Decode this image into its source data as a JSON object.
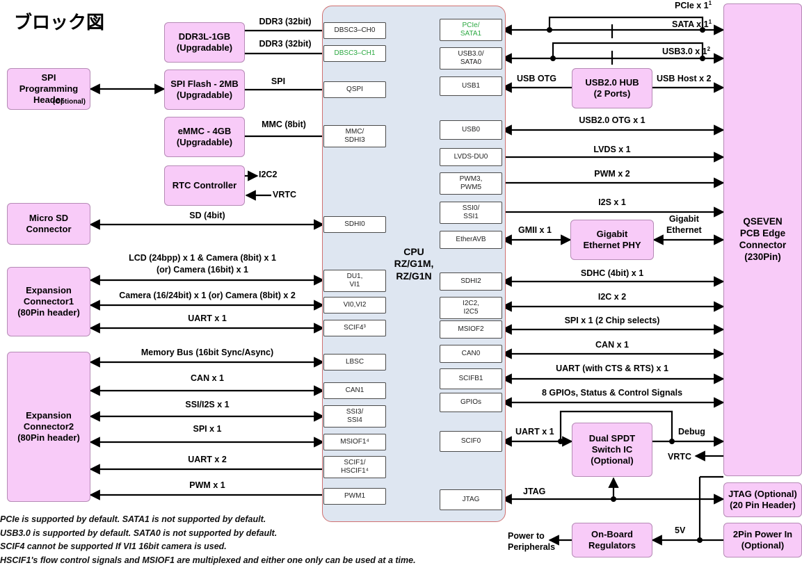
{
  "title": "ブロック図",
  "cpu": {
    "label": "CPU\nRZ/G1M,\nRZ/G1N"
  },
  "blocks": {
    "ddr3l": "DDR3L-1GB\n(Upgradable)",
    "spi_flash": "SPI Flash - 2MB\n(Upgradable)",
    "emmc": "eMMC - 4GB\n(Upgradable)",
    "rtc": "RTC Controller",
    "spi_prog": "SPI\nProgramming\nHeader",
    "spi_prog_opt": "(Optional)",
    "micro_sd": "Micro SD\nConnector",
    "exp1": "Expansion\nConnector1\n(80Pin header)",
    "exp2": "Expansion\nConnector2\n(80Pin header)",
    "usb_hub": "USB2.0 HUB\n(2 Ports)",
    "gig_phy": "Gigabit\nEthernet PHY",
    "spdt": "Dual SPDT\nSwitch IC\n(Optional)",
    "regulators": "On-Board\nRegulators",
    "qseven": "QSEVEN\nPCB Edge\nConnector\n(230Pin)",
    "jtag_hdr": "JTAG (Optional)\n(20 Pin Header)",
    "power_in": "2Pin Power In\n(Optional)"
  },
  "left_ports": {
    "dbsc_ch0": "DBSC3–CH0",
    "dbsc_ch1": "DBSC3–CH1",
    "qspi": "QSPI",
    "mmc": "MMC/\nSDHI3",
    "sdhi0": "SDHI0",
    "du1": "DU1,\nVI1",
    "vi0": "VI0,VI2",
    "scif4": "SCIF4³",
    "lbsc": "LBSC",
    "can1": "CAN1",
    "ssi3": "SSI3/\nSSI4",
    "msiof1": "MSIOF1⁴",
    "scif1": "SCIF1/\nHSCIF1⁴",
    "pwm1": "PWM1"
  },
  "right_ports": {
    "pcie": "PCIe/\nSATA1",
    "usb30": "USB3.0/\nSATA0",
    "usb1": "USB1",
    "usb0": "USB0",
    "lvds": "LVDS-DU0",
    "pwm3": "PWM3,\nPWM5",
    "ssi0": "SSI0/\nSSI1",
    "etheravb": "EtherAVB",
    "sdhi2": "SDHI2",
    "i2c2": "I2C2,\nI2C5",
    "msiof2": "MSIOF2",
    "can0": "CAN0",
    "scifb1": "SCIFB1",
    "gpios": "GPIOs",
    "scif0": "SCIF0",
    "jtag": "JTAG"
  },
  "signals": {
    "ddr3_ch0": "DDR3 (32bit)",
    "ddr3_ch1": "DDR3 (32bit)",
    "spi": "SPI",
    "mmc8": "MMC (8bit)",
    "i2c2": "I2C2",
    "vrtc_rtc": "VRTC",
    "sd4": "SD (4bit)",
    "lcd1": "LCD (24bpp) x 1 & Camera (8bit) x 1",
    "lcd2": "(or) Camera (16bit) x 1",
    "camera": "Camera (16/24bit) x 1 (or) Camera (8bit) x 2",
    "uart1": "UART x 1",
    "membus": "Memory Bus (16bit Sync/Async)",
    "can1": "CAN x 1",
    "ssi_i2s": "SSI/I2S x 1",
    "spi1": "SPI x 1",
    "uart2": "UART x 2",
    "pwm1": "PWM x 1",
    "pcie_x1": "PCIe x 1",
    "pcie_sup": "1",
    "sata_x1": "SATA x 1",
    "sata_sup": "1",
    "usb30_x1": "USB3.0 x 1",
    "usb30_sup": "2",
    "usb_otg": "USB OTG",
    "usb_host": "USB Host x 2",
    "usb20_otg": "USB2.0 OTG x 1",
    "lvds": "LVDS x 1",
    "pwm2": "PWM x 2",
    "i2s": "I2S x 1",
    "gmii": "GMII x 1",
    "gig_eth": "Gigabit\nEthernet",
    "sdhc": "SDHC (4bit) x 1",
    "i2c_x2": "I2C x 2",
    "spi_cs": "SPI x 1 (2 Chip selects)",
    "can_x1": "CAN x 1",
    "uart_cts": "UART (with CTS & RTS) x 1",
    "gpio": "8 GPIOs, Status & Control Signals",
    "uart_spdt": "UART x 1",
    "debug": "Debug",
    "vrtc_q": "VRTC",
    "jtag": "JTAG",
    "v5": "5V",
    "power_periph": "Power to\nPeripherals"
  },
  "notes": [
    "PCIe is supported by default. SATA1 is not supported by default.",
    "USB3.0 is supported by default. SATA0 is not supported by default.",
    "SCIF4 cannot be supported If VI1 16bit camera is used.",
    "HSCIF1's flow control signals and MSIOF1 are multiplexed and either one only can be used at a time."
  ],
  "colors": {
    "block_fill": "#f8cbf8",
    "cpu_fill": "#dee6f1",
    "cpu_border": "#d07070",
    "accent_green": "#2aa840",
    "line": "#000000"
  }
}
